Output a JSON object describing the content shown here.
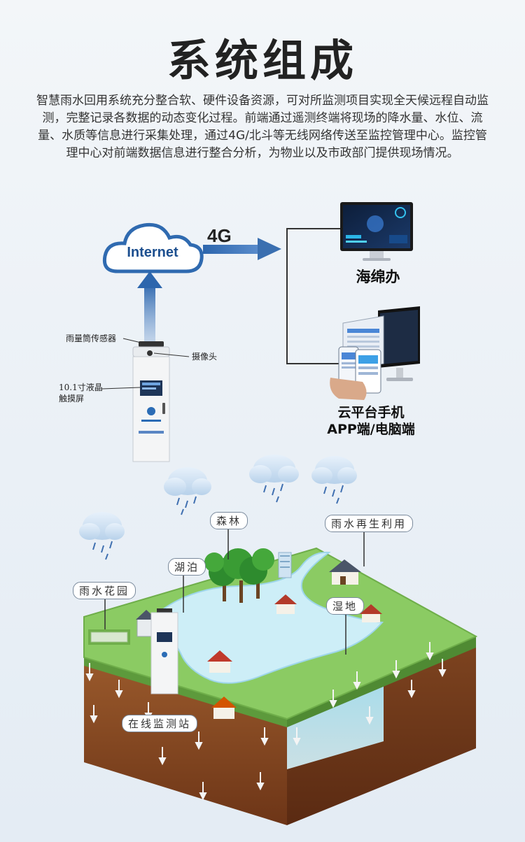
{
  "title": "系统组成",
  "intro": "智慧雨水回用系统充分整合软、硬件设备资源，可对所监测项目实现全天候远程自动监测，完整记录各数据的动态变化过程。前端通过遥测终端将现场的降水量、水位、流量、水质等信息进行采集处理，通过4G/北斗等无线网络传送至监控管理中心。监控管理中心对前端数据信息进行整合分析，为物业以及市政部门提供现场情况。",
  "network": {
    "cloud_label": "Internet",
    "link_label": "4G"
  },
  "nodes": {
    "sponge_office": "海绵办",
    "cloud_platform_line1": "云平台手机",
    "cloud_platform_line2": "APP端/电脑端"
  },
  "device_labels": {
    "rain_sensor": "雨量筒传感器",
    "camera": "摄像头",
    "screen_line1": "10.1寸液晶",
    "screen_line2": "触摸屏"
  },
  "scene_tags": {
    "forest": "森林",
    "reuse": "雨水再生利用",
    "lake": "湖泊",
    "rain_garden": "雨水花园",
    "wetland": "湿地",
    "station": "在线监测站"
  },
  "colors": {
    "arrow_blue": "#3a6fb0",
    "cloud_blue": "#2f6ab0",
    "grass": "#7cc35a",
    "soil": "#8a4a24",
    "water": "#bfe6f2"
  }
}
